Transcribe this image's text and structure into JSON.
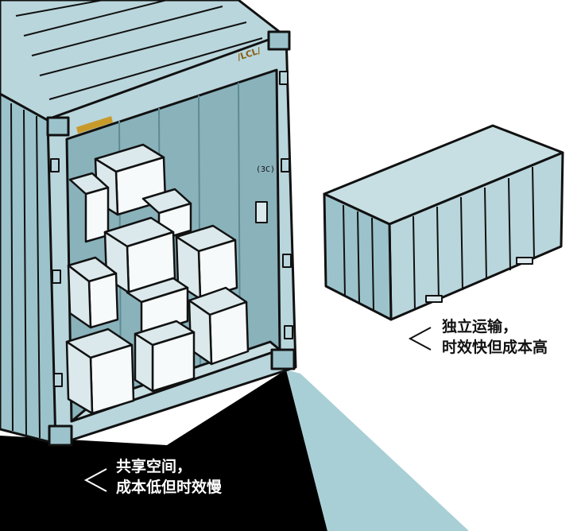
{
  "captions": {
    "lcl": {
      "line1": "共享空间，",
      "line2": "成本低但时效慢"
    },
    "fcl": {
      "line1": "独立运输，",
      "line2": "时效快但成本高"
    }
  },
  "markings": {
    "top_code": "/LCL/",
    "door_code": "(3C)"
  },
  "colors": {
    "container": "#b9d6dc",
    "container_shade": "#9cc3cb",
    "interior": "#8ab2bb",
    "box_face": "#f6fafb",
    "box_side": "#dbe9ec",
    "ground": "#000000",
    "light_beam": "#a9cfd6",
    "outline": "#111111"
  },
  "icons": {
    "caption_arrow": "chevron-left-icon"
  }
}
